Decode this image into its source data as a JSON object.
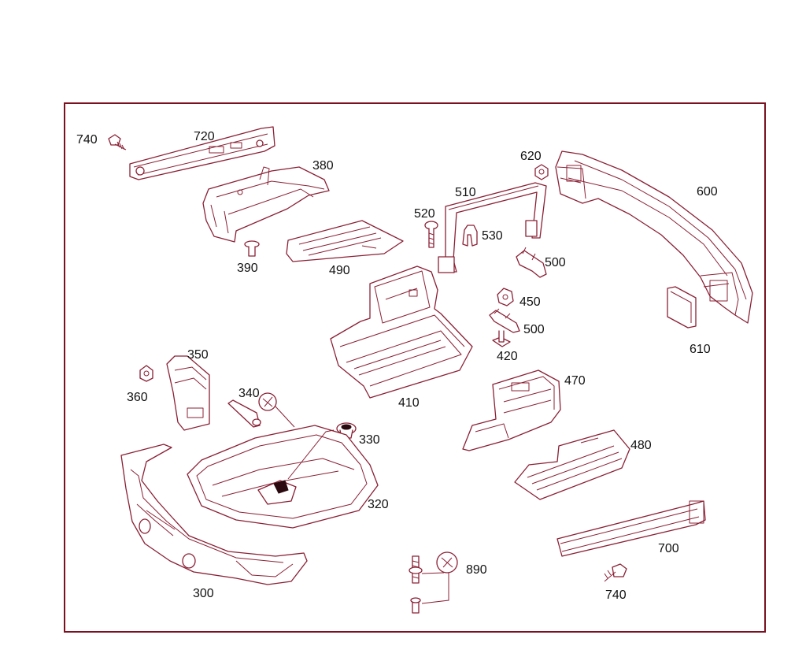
{
  "diagram": {
    "labels": {
      "p740a": "740",
      "p720": "720",
      "p380": "380",
      "p620": "620",
      "p600": "600",
      "p510": "510",
      "p520": "520",
      "p530": "530",
      "p500a": "500",
      "p390": "390",
      "p490": "490",
      "p450": "450",
      "p500b": "500",
      "p420": "420",
      "p610": "610",
      "p350": "350",
      "p360": "360",
      "p340": "340",
      "p410": "410",
      "p470": "470",
      "p330": "330",
      "p480": "480",
      "p320": "320",
      "p700": "700",
      "p300": "300",
      "p890": "890",
      "p740b": "740"
    },
    "colors": {
      "outline": "#8a2035",
      "frame": "#7a1020",
      "label": "#111111"
    }
  }
}
